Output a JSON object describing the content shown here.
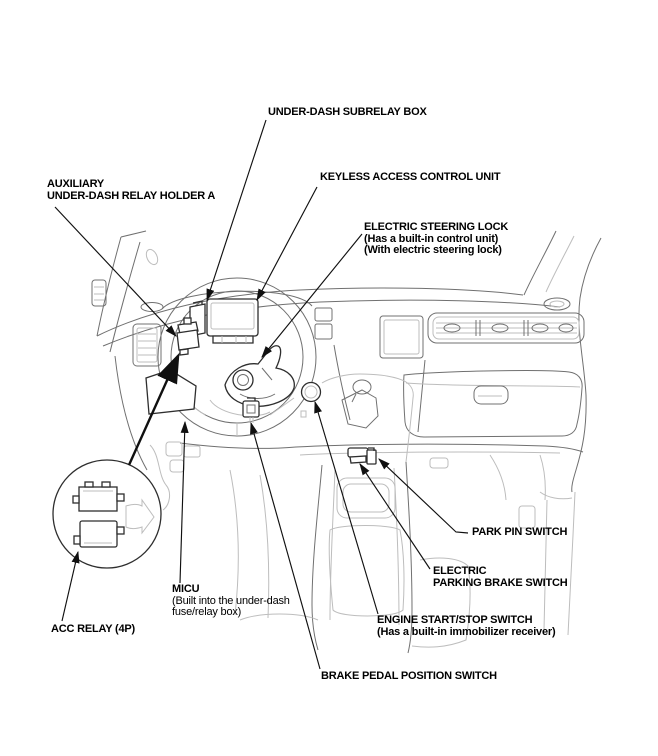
{
  "diagram": {
    "title_context": "Dashboard component location diagram",
    "colors": {
      "label_text": "#000000",
      "leader_line": "#101010",
      "outline_dark": "#2e2e2e",
      "outline_mid": "#707070",
      "outline_light": "#bdbdbd",
      "background": "#ffffff"
    },
    "labels": {
      "under_dash_subrelay_box": {
        "lines": [
          "UNDER-DASH SUBRELAY BOX"
        ]
      },
      "auxiliary_relay_holder": {
        "lines": [
          "AUXILIARY",
          "UNDER-DASH RELAY HOLDER A"
        ]
      },
      "keyless_access_control_unit": {
        "lines": [
          "KEYLESS ACCESS CONTROL UNIT"
        ]
      },
      "electric_steering_lock": {
        "lines": [
          "ELECTRIC STEERING LOCK",
          "(Has a built-in control unit)",
          "(With electric steering lock)"
        ]
      },
      "park_pin_switch": {
        "lines": [
          "PARK PIN SWITCH"
        ]
      },
      "electric_parking_brake_switch": {
        "lines": [
          "ELECTRIC",
          "PARKING BRAKE SWITCH"
        ]
      },
      "engine_start_stop_switch": {
        "lines": [
          "ENGINE START/STOP SWITCH",
          "(Has a built-in immobilizer receiver)"
        ]
      },
      "micu": {
        "lines": [
          "MICU",
          "(Built into the under-dash",
          "fuse/relay box)"
        ]
      },
      "brake_pedal_position_switch": {
        "lines": [
          "BRAKE PEDAL POSITION SWITCH"
        ]
      },
      "acc_relay_4p": {
        "lines": [
          "ACC RELAY (4P)"
        ]
      }
    }
  }
}
